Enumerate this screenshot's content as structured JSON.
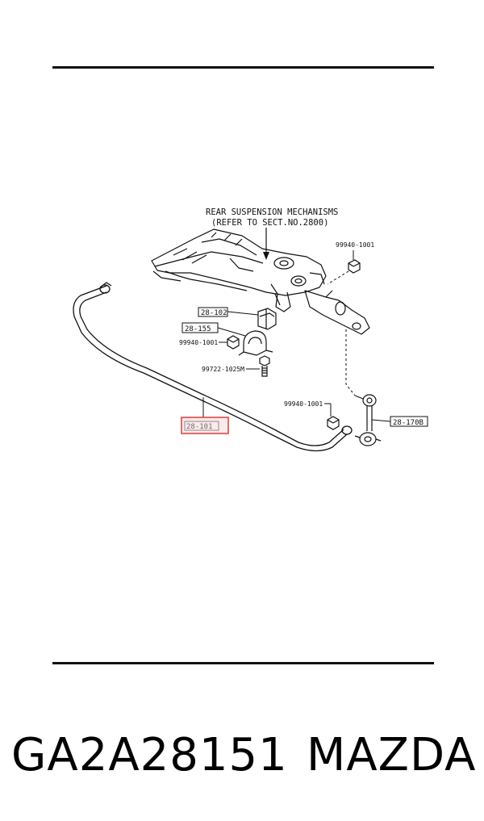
{
  "diagram": {
    "note_line1": "REAR SUSPENSION MECHANISMS",
    "note_line2": "(REFER TO SECT.NO.2800)",
    "labels": {
      "bolt_top_right": "99940-1001",
      "bushing": "28-102",
      "bracket": "28-155",
      "bolt_left": "99940-1001",
      "bolt_long": "99722-1025M",
      "bolt_lower": "99940-1001",
      "link": "28-170B",
      "bar": "28-101"
    },
    "highlight_color": "#e23b3b"
  },
  "footer": {
    "part_number": "GA2A28151",
    "brand": "MAZDA"
  }
}
